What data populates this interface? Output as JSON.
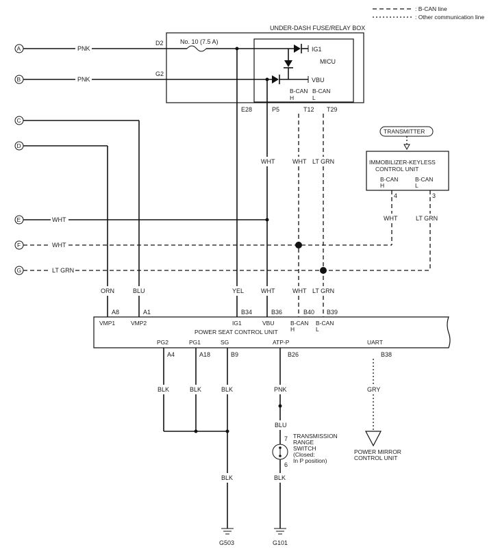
{
  "legend": {
    "bcan": ": B-CAN line",
    "other": ": Other communication line"
  },
  "fuse_box": {
    "title": "UNDER-DASH FUSE/RELAY BOX",
    "fuse": "No. 10 (7.5 A)",
    "micu": "MICU",
    "ig1": "IG1",
    "vbu": "VBU",
    "bcan_h_a": "B-CAN",
    "bcan_h_b": "H",
    "bcan_l_a": "B-CAN",
    "bcan_l_b": "L",
    "pins": {
      "d2": "D2",
      "g2": "G2",
      "e28": "E28",
      "p5": "P5",
      "t12": "T12",
      "t29": "T29"
    }
  },
  "connectors": {
    "a": "A",
    "b": "B",
    "c": "C",
    "d": "D",
    "e": "E",
    "f": "F",
    "g": "G"
  },
  "wires": {
    "pnk": "PNK",
    "wht": "WHT",
    "ltgrn": "LT GRN",
    "orn": "ORN",
    "blu": "BLU",
    "yel": "YEL",
    "blk": "BLK",
    "gry": "GRY"
  },
  "transmitter": {
    "label": "TRANSMITTER"
  },
  "immobilizer": {
    "title_a": "IMMOBILIZER-KEYLESS",
    "title_b": "CONTROL UNIT",
    "bcan_h_a": "B-CAN",
    "bcan_h_b": "H",
    "bcan_l_a": "B-CAN",
    "bcan_l_b": "L",
    "pin4": "4",
    "pin3": "3"
  },
  "seat_unit": {
    "title": "POWER SEAT CONTROL UNIT",
    "vmp1": "VMP1",
    "vmp2": "VMP2",
    "ig1": "IG1",
    "vbu": "VBU",
    "bcan_h_a": "B-CAN",
    "bcan_h_b": "H",
    "bcan_l_a": "B-CAN",
    "bcan_l_b": "L",
    "pg2": "PG2",
    "pg1": "PG1",
    "sg": "SG",
    "atpp": "ATP-P",
    "uart": "UART",
    "pins": {
      "a8": "A8",
      "a1": "A1",
      "b34": "B34",
      "b36": "B36",
      "b40": "B40",
      "b39": "B39",
      "a4": "A4",
      "a18": "A18",
      "b9": "B9",
      "b26": "B26",
      "b38": "B38"
    }
  },
  "switch": {
    "line1": "TRANSMISSION",
    "line2": "RANGE",
    "line3": "SWITCH",
    "line4": "(Closed:",
    "line5": "In P position)",
    "pin7": "7",
    "pin6": "6"
  },
  "mirror": {
    "line1": "POWER MIRROR",
    "line2": "CONTROL UNIT"
  },
  "grounds": {
    "g503": "G503",
    "g101": "G101"
  }
}
